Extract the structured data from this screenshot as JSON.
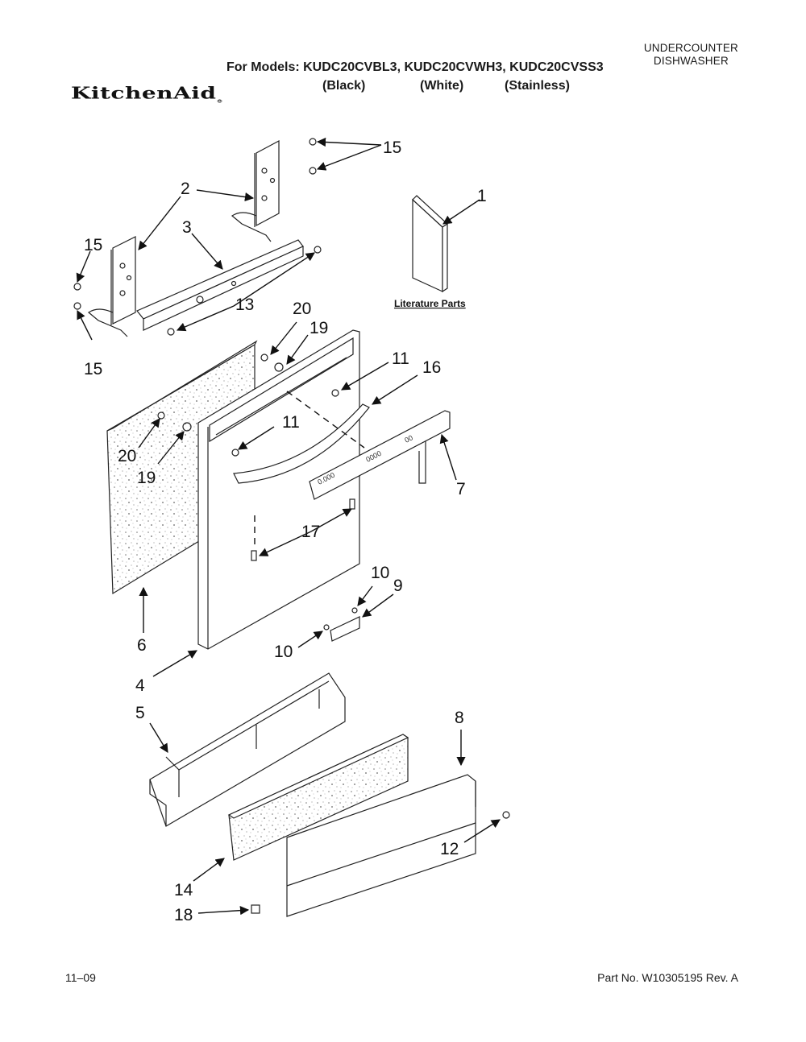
{
  "header": {
    "category_line1": "UNDERCOUNTER",
    "category_line2": "DISHWASHER",
    "models_line": "For Models: KUDC20CVBL3, KUDC20CVWH3, KUDC20CVSS3",
    "finishes": [
      "(Black)",
      "(White)",
      "(Stainless)"
    ],
    "brand": "KitchenAid",
    "brand_mark": "®"
  },
  "diagram": {
    "literature_label": "Literature Parts",
    "callouts": {
      "c1": "1",
      "c2": "2",
      "c3": "3",
      "c4": "4",
      "c5": "5",
      "c6": "6",
      "c7": "7",
      "c8": "8",
      "c9": "9",
      "c10a": "10",
      "c10b": "10",
      "c11a": "11",
      "c11b": "11",
      "c12": "12",
      "c13": "13",
      "c14": "14",
      "c15a": "15",
      "c15b": "15",
      "c15c": "15",
      "c16": "16",
      "c17": "17",
      "c18": "18",
      "c19a": "19",
      "c19b": "19",
      "c20a": "20",
      "c20b": "20"
    }
  },
  "footer": {
    "date": "11–09",
    "part_number": "Part No. W10305195 Rev. A"
  }
}
